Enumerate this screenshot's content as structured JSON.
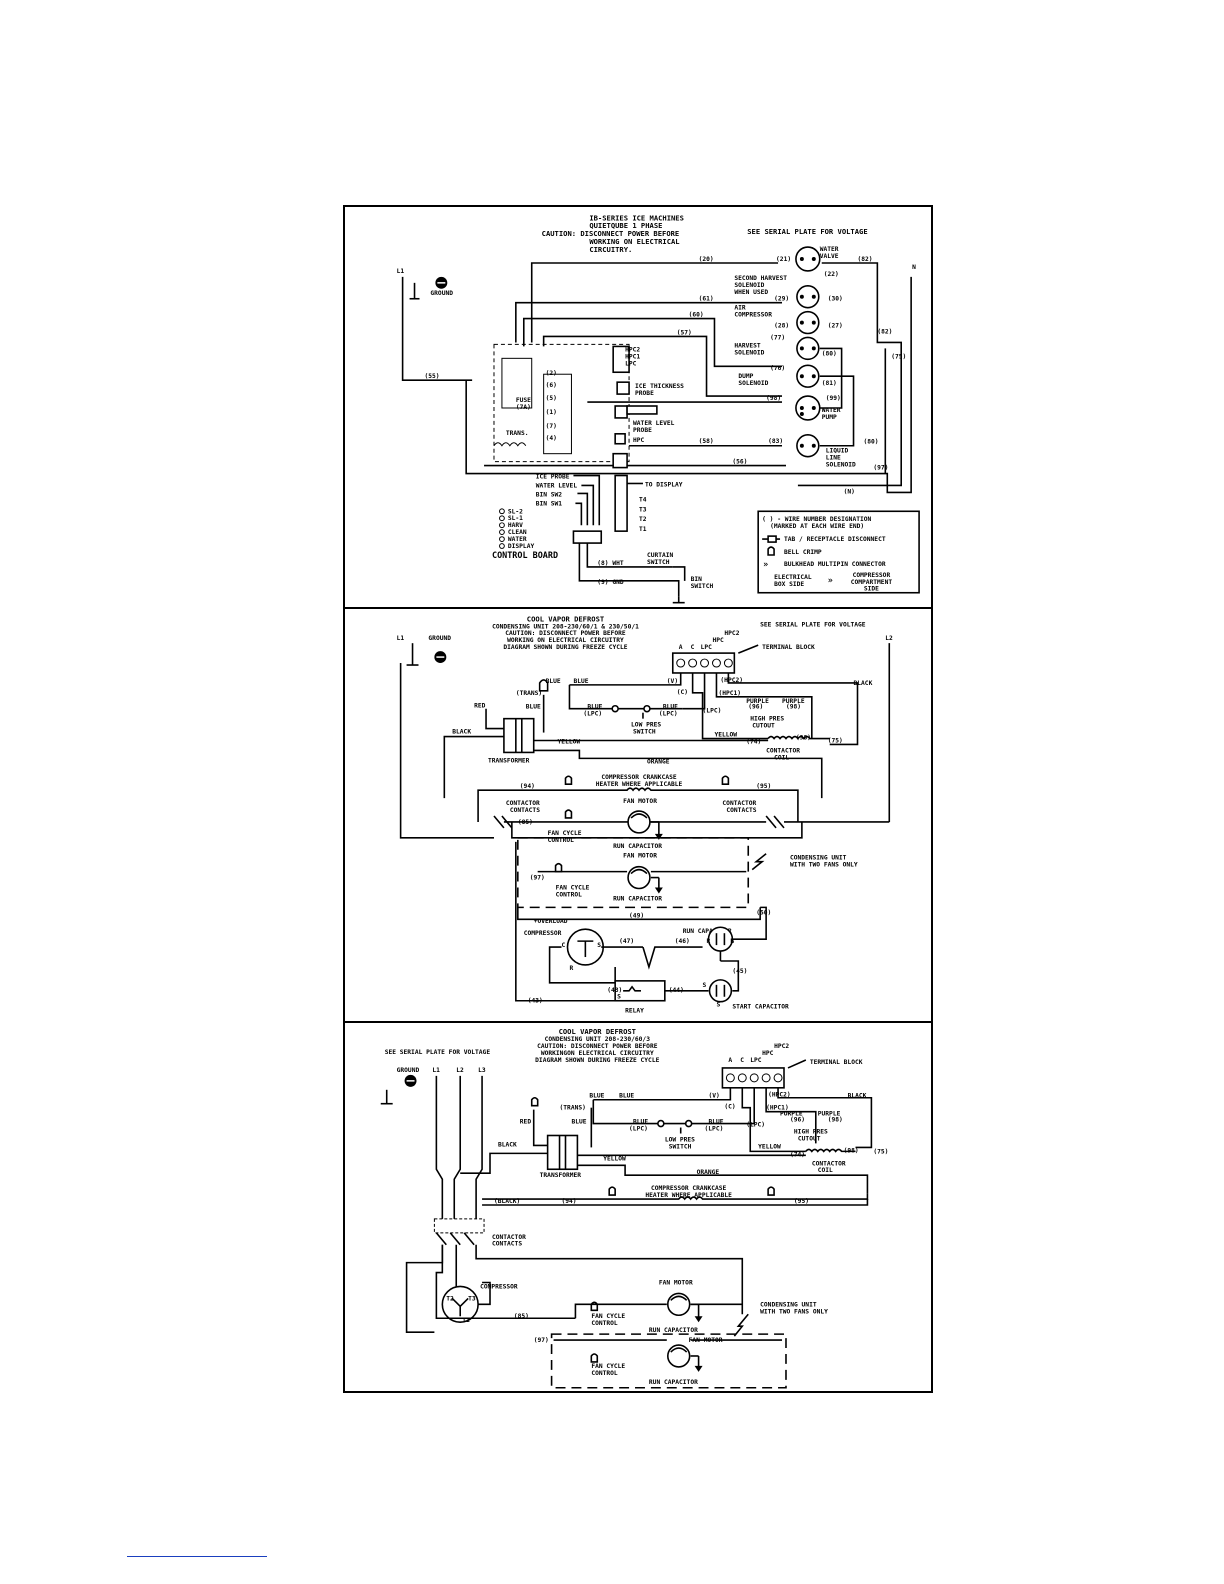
{
  "panel1": {
    "header": [
      "IB-SERIES ICE MACHINES",
      "QUIETQUBE 1 PHASE",
      "CAUTION: DISCONNECT POWER BEFORE",
      "WORKING ON ELECTRICAL",
      "CIRCUITRY."
    ],
    "serial_note": "SEE SERIAL PLATE FOR VOLTAGE",
    "l1": "L1",
    "n": "N",
    "ground": "GROUND",
    "components": {
      "water_valve": [
        "WATER",
        "VALVE"
      ],
      "second_harvest": [
        "SECOND HARVEST",
        "SOLENOID",
        "WHEN USED"
      ],
      "air_compressor": [
        "AIR",
        "COMPRESSOR"
      ],
      "harvest_solenoid": [
        "HARVEST",
        "SOLENOID"
      ],
      "dump_solenoid": [
        "DUMP",
        "SOLENOID"
      ],
      "water_pump": [
        "WATER",
        "PUMP"
      ],
      "liquid_line": [
        "LIQUID",
        "LINE",
        "SOLENOID"
      ]
    },
    "wires": [
      "(20)",
      "(21)",
      "(22)",
      "(82)",
      "(29)",
      "(30)",
      "(61)",
      "(28)",
      "(27)",
      "(60)",
      "(57)",
      "(77)",
      "(80)",
      "(76)",
      "(81)",
      "(98)",
      "(99)",
      "(58)",
      "(83)",
      "(56)",
      "(80)",
      "(97)",
      "(N)",
      "(55)",
      "(82)",
      "(75)"
    ],
    "board_labels": {
      "hpc2": "HPC2",
      "hpc1": "HPC1",
      "lpc": "LPC",
      "ice_probe": [
        "ICE THICKNESS",
        "PROBE"
      ],
      "water_level_probe": [
        "WATER LEVEL",
        "PROBE"
      ],
      "hpc": "HPC",
      "fuse": [
        "FUSE",
        "(7A)"
      ],
      "trans": "TRANS.",
      "pins": [
        "(2)",
        "(6)",
        "(5)",
        "(1)",
        "(7)",
        "(4)"
      ],
      "inputs": [
        "ICE PROBE",
        "WATER LEVEL",
        "BIN SW2",
        "BIN SW1"
      ],
      "to_display": "TO DISPLAY",
      "terminals": [
        "T4",
        "T3",
        "T2",
        "T1"
      ],
      "leds": [
        "SL-2",
        "SL-1",
        "HARV",
        "CLEAN",
        "WATER",
        "DISPLAY"
      ],
      "control_board": "CONTROL BOARD",
      "curtain": [
        "CURTAIN",
        "SWITCH"
      ],
      "wht": "(8) WHT",
      "gnd": "(9) GND",
      "bin_switch": [
        "BIN",
        "SWITCH"
      ]
    },
    "legend": {
      "wire_desc": [
        "( ) - WIRE NUMBER DESIGNATION",
        "(MARKED AT EACH WIRE END)"
      ],
      "tab": "TAB / RECEPTACLE DISCONNECT",
      "bell": "BELL CRIMP",
      "bulkhead": "BULKHEAD MULTIPIN CONNECTOR",
      "elec_side": [
        "ELECTRICAL",
        "BOX SIDE"
      ],
      "comp_side": [
        "COMPRESSOR",
        "COMPARTMENT",
        "SIDE"
      ]
    }
  },
  "panel2": {
    "header": [
      "COOL VAPOR DEFROST",
      "CONDENSING UNIT 208-230/60/1 & 230/50/1",
      "CAUTION: DISCONNECT POWER BEFORE",
      "WORKING ON ELECTRICAL CIRCUITRY",
      "DIAGRAM SHOWN DURING FREEZE CYCLE"
    ],
    "serial_note": "SEE SERIAL PLATE FOR VOLTAGE",
    "l1": "L1",
    "l2": "L2",
    "ground": "GROUND",
    "terminal_block": "TERMINAL BLOCK",
    "terminal_letters": [
      "A",
      "C",
      "LPC",
      "HPC",
      "HPC2"
    ],
    "labels": {
      "red": "RED",
      "black": "BLACK",
      "blue": "BLUE",
      "trans": "(TRANS)",
      "transformer": "TRANSFORMER",
      "yellow": "YELLOW",
      "orange": "ORANGE",
      "lpc": "(LPC)",
      "low_pres": [
        "LOW PRES",
        "SWITCH"
      ],
      "purple": "PURPLE",
      "high_pres": [
        "HIGH PRES",
        "CUTOUT"
      ],
      "contactor_coil": [
        "CONTACTOR",
        "COIL"
      ],
      "v": "(V)",
      "c": "(C)",
      "hpc1": "(HPC1)",
      "hpc2": "(HPC2)",
      "w96": "(96)",
      "w98a": "(98)",
      "w74": "(74)",
      "w98b": "(98)",
      "w75": "(75)",
      "crankcase": [
        "COMPRESSOR CRANKCASE",
        "HEATER WHERE APPLICABLE"
      ],
      "w94": "(94)",
      "w95": "(95)",
      "contactor_contacts": [
        "CONTACTOR",
        "CONTACTS"
      ],
      "fan_motor": "FAN MOTOR",
      "w85": "(85)",
      "fan_cycle": [
        "FAN CYCLE",
        "CONTROL"
      ],
      "run_capacitor": "RUN CAPACITOR",
      "condensing": [
        "CONDENSING UNIT",
        "WITH TWO FANS ONLY"
      ],
      "w97": "(97)",
      "w49": "(49)",
      "w50": "(50)",
      "overload": "+OVERLOAD",
      "compressor": "COMPRESSOR",
      "w47": "(47)",
      "w46": "(46)",
      "w45": "(45)",
      "w48": "(48)",
      "w44": "(44)",
      "w43": "(43)",
      "relay": "RELAY",
      "start_capacitor": "START CAPACITOR",
      "c_term": "C",
      "s_term": "S",
      "r_term": "R",
      "b_term": "B"
    }
  },
  "panel3": {
    "header": [
      "COOL VAPOR DEFROST",
      "CONDENSING UNIT 208-230/60/3",
      "CAUTION: DISCONNECT POWER BEFORE",
      "WORKINGON ELECTRICAL CIRCUITRY",
      "DIAGRAM SHOWN DURING FREEZE CYCLE"
    ],
    "serial_note": "SEE SERIAL PLATE FOR VOLTAGE",
    "ground": "GROUND",
    "lines": [
      "L1",
      "L2",
      "L3"
    ],
    "terminal_block": "TERMINAL BLOCK",
    "terminal_letters": [
      "A",
      "C",
      "LPC",
      "HPC",
      "HPC2"
    ],
    "labels": {
      "red": "RED",
      "black": "BLACK",
      "blue": "BLUE",
      "trans": "(TRANS)",
      "transformer": "TRANSFORMER",
      "yellow": "YELLOW",
      "orange": "ORANGE",
      "lpc": "(LPC)",
      "low_pres": [
        "LOW PRES",
        "SWITCH"
      ],
      "purple": "PURPLE",
      "high_pres": [
        "HIGH PRES",
        "CUTOUT"
      ],
      "contactor_coil": [
        "CONTACTOR",
        "COIL"
      ],
      "v": "(V)",
      "c": "(C)",
      "hpc1": "(HPC1)",
      "hpc2": "(HPC2)",
      "w96": "(96)",
      "w98a": "(98)",
      "w74": "(74)",
      "w98b": "(98)",
      "w75": "(75)",
      "black_wire": "(BLACK)",
      "w94": "(94)",
      "w95": "(95)",
      "crankcase": [
        "COMPRESSOR CRANKCASE",
        "HEATER WHERE APPLICABLE"
      ],
      "contactor_contacts": [
        "CONTACTOR",
        "CONTACTS"
      ],
      "compressor": "COMPRESSOR",
      "t1": "T1",
      "t2": "T2",
      "t3": "T3",
      "fan_motor": "FAN MOTOR",
      "w85": "(85)",
      "fan_cycle": [
        "FAN CYCLE",
        "CONTROL"
      ],
      "run_capacitor": "RUN CAPACITOR",
      "condensing": [
        "CONDENSING UNIT",
        "WITH TWO FANS ONLY"
      ],
      "w97": "(97)"
    }
  }
}
